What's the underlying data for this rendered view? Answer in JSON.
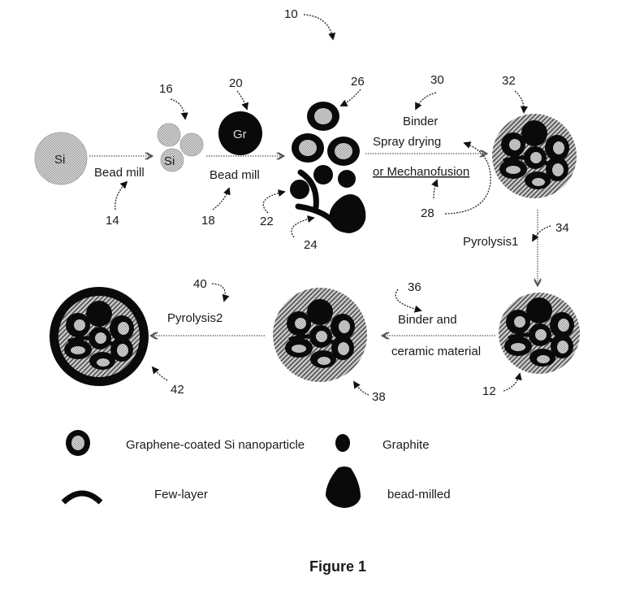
{
  "figure": {
    "title": "Figure 1",
    "reference_numerals": {
      "process": "10",
      "composite_final": "12",
      "bead_mill_1": "14",
      "si_nanoparticles": "16",
      "bead_mill_2": "18",
      "graphite": "20",
      "graphene_few_layer": "22",
      "bead_milled_graphite": "24",
      "graphene_coated_si": "26",
      "spray_or_mechanofusion": "28",
      "binder_1": "30",
      "precursor_composite": "32",
      "pyrolysis_1": "34",
      "binder_ceramic": "36",
      "coated_composite": "38",
      "pyrolysis_2": "40",
      "final_particle": "42"
    },
    "particle_labels": {
      "si": "Si",
      "si_small": "Si",
      "graphite": "Gr"
    },
    "step_labels": {
      "bead_mill_1": "Bead mill",
      "bead_mill_2": "Bead mill",
      "binder": "Binder",
      "spray_drying": "Spray drying",
      "mechanofusion": "or Mechanofusion",
      "pyrolysis_1": "Pyrolysis1",
      "binder_and": "Binder and",
      "ceramic_material": "ceramic material",
      "pyrolysis_2": "Pyrolysis2"
    },
    "legend": [
      {
        "symbol": "graphene-coated-si",
        "label": "Graphene-coated Si nanoparticle"
      },
      {
        "symbol": "graphite",
        "label": "Graphite"
      },
      {
        "symbol": "few-layer",
        "label": "Few-layer"
      },
      {
        "symbol": "bead-milled",
        "label": "bead-milled"
      }
    ],
    "colors": {
      "black": "#0a0a0a",
      "si_gray": "#c8c8c8",
      "hatch": "#8a8a8a"
    }
  }
}
